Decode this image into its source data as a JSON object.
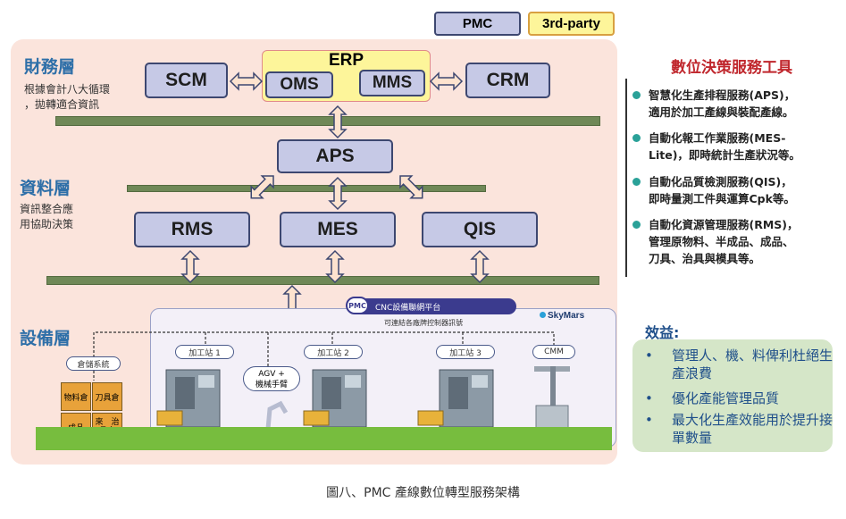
{
  "legend": {
    "pmc": "PMC",
    "third_party": "3rd-party"
  },
  "layers": {
    "finance": {
      "title": "財務層",
      "desc_line1": "根據會計八大循環",
      "desc_line2": "，拋轉適合資訊"
    },
    "data": {
      "title": "資料層",
      "desc_line1": "資訊整合應",
      "desc_line2": "用協助決策"
    },
    "equipment": {
      "title": "設備層"
    }
  },
  "systems": {
    "erp": "ERP",
    "scm": "SCM",
    "oms": "OMS",
    "mms": "MMS",
    "crm": "CRM",
    "aps": "APS",
    "rms": "RMS",
    "mes": "MES",
    "qis": "QIS"
  },
  "equipment": {
    "platform_badge": "PMC",
    "platform_label": "CNC設備聯網平台",
    "platform_sub": "可連結各廠牌控制器訊號",
    "partner_logo": "SkyMars",
    "warehouse_label": "倉儲系統",
    "warehouse_cells": [
      "物料倉",
      "刀具倉",
      "成品",
      "來　治\n具倉"
    ],
    "stations": [
      "加工站 1",
      "加工站 2",
      "加工站 3",
      "CMM"
    ],
    "agv_line1": "AGV +",
    "agv_line2": "機械手臂"
  },
  "services": {
    "title": "數位決策服務工具",
    "items": [
      {
        "line1": "智慧化生產排程服務(APS)，",
        "line2": "適用於加工產線與裝配產線。"
      },
      {
        "line1": "自動化報工作業服務(MES-",
        "line2": "Lite)，即時統計生產狀況等。"
      },
      {
        "line1": "自動化品質檢測服務(QIS)，",
        "line2": "即時量測工件與運算Cpk等。"
      },
      {
        "line1": "自動化資源管理服務(RMS)，",
        "line2": "管理原物料、半成品、成品、",
        "line3": "刀具、治具與模具等。"
      }
    ]
  },
  "benefits": {
    "label": "效益:",
    "items": [
      "管理人、機、料俾利杜絕生產浪費",
      "優化產能管理品質",
      "最大化生產效能用於提升接單數量"
    ]
  },
  "caption": "圖八、PMC 產線數位轉型服務架構",
  "colors": {
    "box_fill": "#c6c9e6",
    "bar": "#6f8857",
    "panel": "#fbe4dc",
    "arrow_fill": "#fde3cf",
    "title_blue": "#2e6fa8",
    "floor": "#77bd3e"
  }
}
